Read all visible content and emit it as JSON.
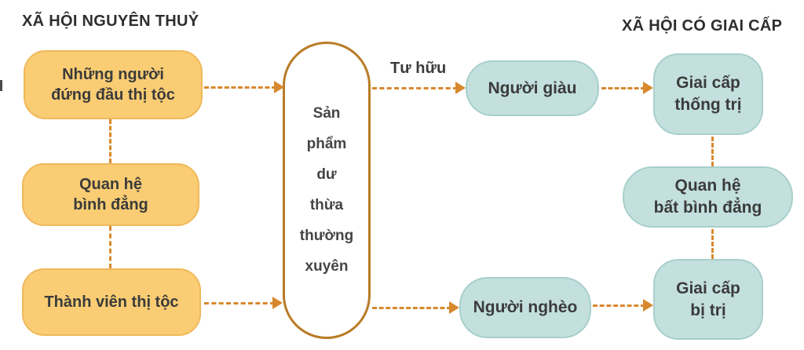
{
  "titles": {
    "left": "XÃ HỘI NGUYÊN THUỶ",
    "right": "XÃ HỘI CÓ GIAI CẤP"
  },
  "left_column": {
    "boxes": [
      {
        "id": "clan-leaders",
        "lines": [
          "Những người",
          "đứng đầu thị tộc"
        ]
      },
      {
        "id": "equal-relations",
        "lines": [
          "Quan hệ",
          "bình đẳng"
        ]
      },
      {
        "id": "clan-members",
        "lines": [
          "Thành viên thị tộc"
        ]
      }
    ]
  },
  "center": {
    "lines": [
      "Sản",
      "phẩm",
      "dư",
      "thừa",
      "thường",
      "xuyên"
    ]
  },
  "labels": {
    "tu_huu": "Tư hữu"
  },
  "middle_column": {
    "rich": "Người giàu",
    "poor": "Người nghèo"
  },
  "right_column": {
    "boxes": [
      {
        "id": "ruling-class",
        "lines": [
          "Giai cấp",
          "thống trị"
        ]
      },
      {
        "id": "unequal-relations",
        "lines": [
          "Quan hệ",
          "bất bình đẳng"
        ]
      },
      {
        "id": "ruled-class",
        "lines": [
          "Giai cấp",
          "bị trị"
        ]
      }
    ]
  },
  "colors": {
    "orange_fill": "#FACD74",
    "teal_fill": "#C3E0DE",
    "arrow_orange": "#D8892D",
    "oval_border": "#B97C27",
    "text": "#3B3B3B"
  }
}
